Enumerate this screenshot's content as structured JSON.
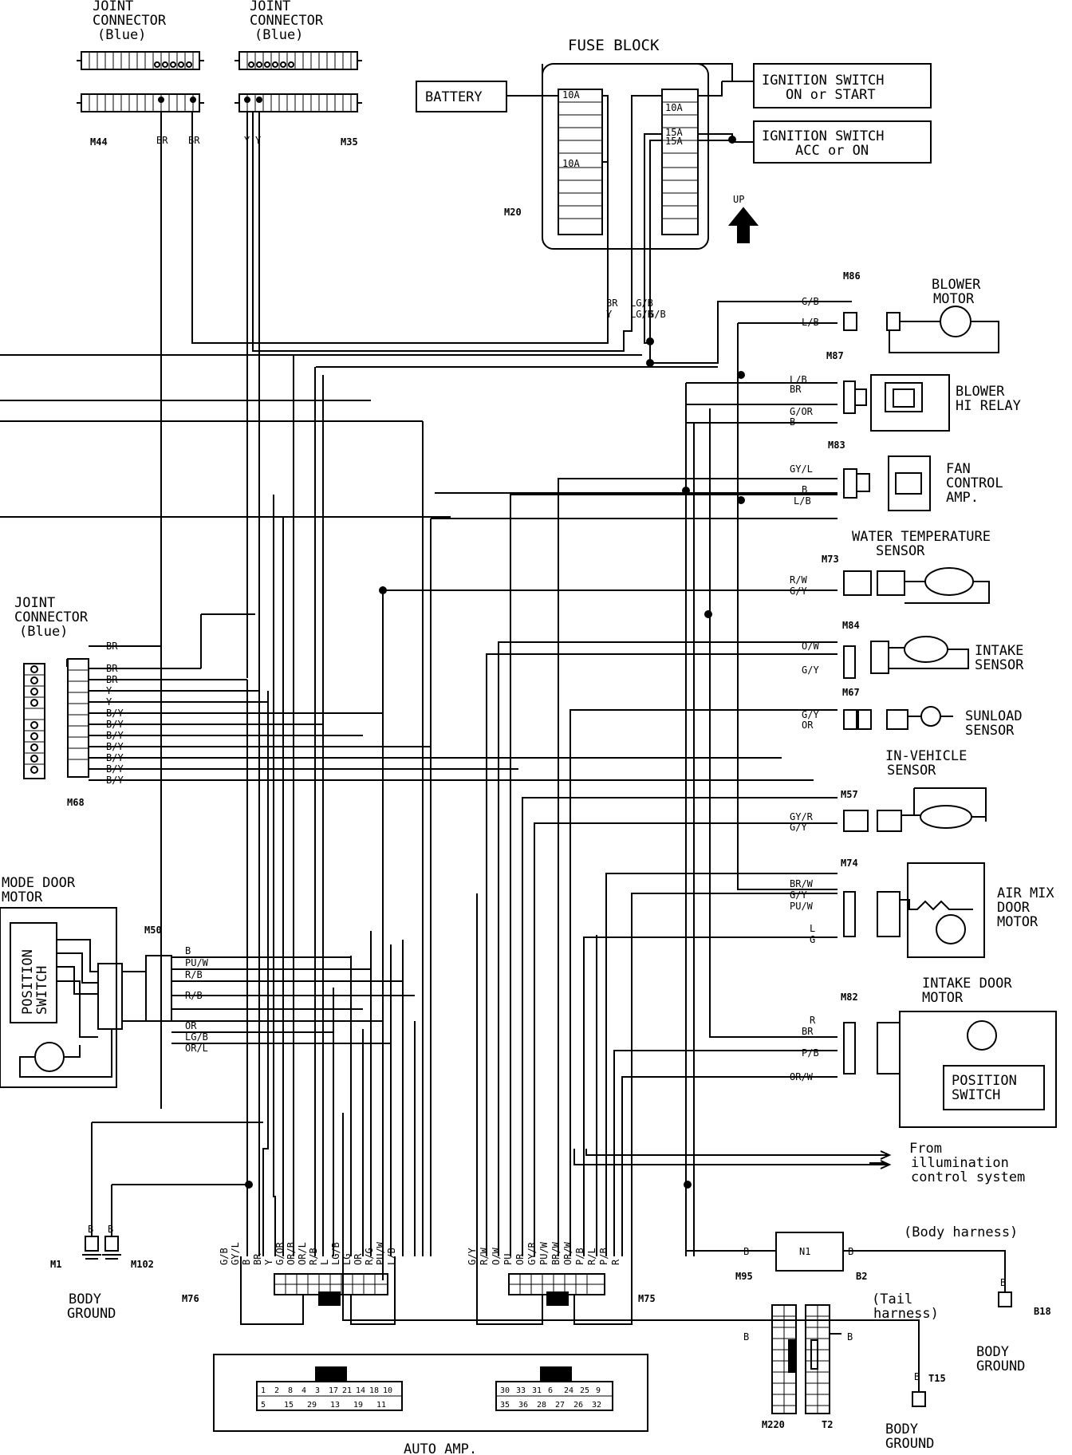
{
  "title": "FUSE BLOCK",
  "fuse_block": {
    "label": "FUSE BLOCK",
    "connector": "M20",
    "fuses": [
      "10A",
      "10A",
      "10A",
      "15A",
      "15A"
    ],
    "wires": [
      "BR",
      "Y",
      "LG/B",
      "LG/B",
      "G/B"
    ]
  },
  "sources": {
    "battery": "BATTERY",
    "ign_on_start": [
      "IGNITION SWITCH",
      "ON or START"
    ],
    "ign_acc_on": [
      "IGNITION SWITCH",
      "ACC or ON"
    ],
    "up": "UP"
  },
  "joint_connectors": {
    "m44": {
      "title": [
        "JOINT",
        "CONNECTOR",
        "(Blue)"
      ],
      "id": "M44",
      "wires": [
        "BR",
        "BR"
      ]
    },
    "m35": {
      "title": [
        "JOINT",
        "CONNECTOR",
        "(Blue)"
      ],
      "id": "M35",
      "wires": [
        "Y",
        "Y"
      ]
    },
    "m68": {
      "title": [
        "JOINT",
        "CONNECTOR",
        "(Blue)"
      ],
      "id": "M68",
      "wires": [
        "BR",
        "BR",
        "BR",
        "Y",
        "Y",
        "B/Y",
        "B/Y",
        "B/Y",
        "B/Y",
        "B/Y",
        "B/Y",
        "B/Y"
      ]
    }
  },
  "components": {
    "blower_motor": {
      "name": [
        "BLOWER",
        "MOTOR"
      ],
      "id": "M86",
      "wires": [
        "G/B",
        "L/B"
      ]
    },
    "blower_hi_relay": {
      "name": [
        "BLOWER",
        "HI RELAY"
      ],
      "id": "M87",
      "wires": [
        "L/B",
        "BR",
        "G/OR",
        "B"
      ]
    },
    "fan_control_amp": {
      "name": [
        "FAN",
        "CONTROL",
        "AMP."
      ],
      "id": "M83",
      "wires": [
        "GY/L",
        "B",
        "L/B"
      ]
    },
    "water_temp_sensor": {
      "name": [
        "WATER TEMPERATURE",
        "SENSOR"
      ],
      "id": "M73",
      "wires": [
        "R/W",
        "G/Y"
      ]
    },
    "intake_sensor": {
      "name": [
        "INTAKE",
        "SENSOR"
      ],
      "id": "M84",
      "wires": [
        "O/W",
        "G/Y"
      ]
    },
    "sunload_sensor": {
      "name": [
        "SUNLOAD",
        "SENSOR"
      ],
      "id": "M67",
      "wires": [
        "G/Y",
        "OR"
      ]
    },
    "in_vehicle_sensor": {
      "name": [
        "IN-VEHICLE",
        "SENSOR"
      ],
      "id": "M57",
      "wires": [
        "GY/R",
        "G/Y"
      ]
    },
    "air_mix_door_motor": {
      "name": [
        "AIR MIX",
        "DOOR",
        "MOTOR"
      ],
      "id": "M74",
      "wires": [
        "BR/W",
        "G/Y",
        "PU/W",
        "L",
        "G"
      ]
    },
    "intake_door_motor": {
      "name": [
        "INTAKE DOOR",
        "MOTOR"
      ],
      "id": "M82",
      "wires": [
        "R",
        "BR",
        "P/B",
        "OR/W"
      ],
      "switch": [
        "POSITION",
        "SWITCH"
      ]
    },
    "mode_door_motor": {
      "name": [
        "MODE DOOR",
        "MOTOR"
      ],
      "id": "M50",
      "wires": [
        "B",
        "PU/W",
        "R/B",
        "R/B",
        "OR",
        "LG/B",
        "OR/L"
      ],
      "switch": [
        "POSITION",
        "SWITCH"
      ]
    }
  },
  "illumination": [
    "From",
    "illumination",
    "control system"
  ],
  "grounds": {
    "left": {
      "ids": [
        "M1",
        "M102"
      ],
      "label": [
        "BODY",
        "GROUND"
      ],
      "wire": "B"
    },
    "n1": {
      "id": "N1",
      "m95": "M95",
      "b2": "B2",
      "wire": "B"
    },
    "body_harness": "(Body harness)",
    "b18": {
      "id": "B18",
      "label": [
        "BODY",
        "GROUND"
      ],
      "wire": "B"
    },
    "tail_harness": [
      "(Tail",
      "harness)"
    ],
    "t15": {
      "id": "T15",
      "label": [
        "BODY",
        "GROUND"
      ],
      "wire": "B"
    },
    "m220": "M220",
    "t2": "T2"
  },
  "auto_amp": {
    "label": "AUTO AMP.",
    "m76": {
      "id": "M76",
      "wires": [
        "G/B",
        "GY/L",
        "B",
        "BR",
        "Y",
        "G/OR",
        "OR/B",
        "OR/L",
        "R/B",
        "L",
        "LG/B",
        "LG",
        "OR",
        "R/G",
        "PU/W",
        "L/B"
      ]
    },
    "m75": {
      "id": "M75",
      "wires": [
        "G/Y",
        "R/W",
        "O/W",
        "PU",
        "OR",
        "GY/R",
        "PU/W",
        "BR/W",
        "OR/W",
        "P/B",
        "R/L",
        "P/B",
        "R"
      ]
    },
    "pins_left_top": [
      "1",
      "2",
      "8",
      "4",
      "3",
      "17",
      "21",
      "14",
      "18",
      "10"
    ],
    "pins_left_bottom": [
      "5",
      "15",
      "29",
      "13",
      "19",
      "11"
    ],
    "pins_right_top": [
      "30",
      "33",
      "31",
      "6",
      "24",
      "25",
      "9"
    ],
    "pins_right_bottom": [
      "35",
      "36",
      "28",
      "27",
      "26",
      "32"
    ]
  }
}
